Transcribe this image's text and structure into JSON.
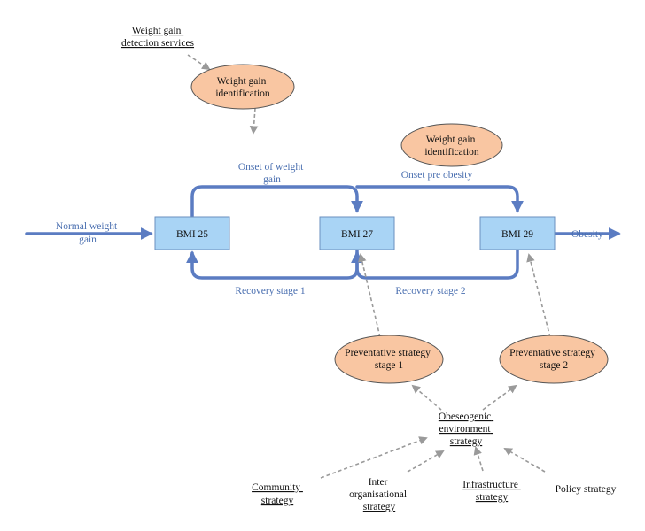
{
  "nodes": {
    "bmi25": "BMI 25",
    "bmi27": "BMI 27",
    "bmi29": "BMI 29",
    "wg_detection": [
      "Weight gain",
      "detection services"
    ],
    "wg_identification_1": [
      "Weight gain",
      "identification"
    ],
    "wg_identification_2": [
      "Weight gain",
      "identification"
    ],
    "prev_stage1": [
      "Preventative strategy",
      "stage 1"
    ],
    "prev_stage2": [
      "Preventative strategy",
      "stage 2"
    ],
    "obeseogenic": [
      "Obeseogenic",
      "environment",
      "strategy"
    ],
    "community": [
      "Community",
      "strategy"
    ],
    "inter_org": [
      "Inter",
      "organisational",
      "strategy"
    ],
    "infrastructure": [
      "Infrastructure",
      "strategy"
    ],
    "policy": "Policy strategy"
  },
  "labels": {
    "normal_weight_gain": [
      "Normal weight",
      "gain"
    ],
    "onset_weight_gain": [
      "Onset of weight",
      "gain"
    ],
    "onset_pre_obesity": "Onset pre obesity",
    "recovery_stage_1": "Recovery stage 1",
    "recovery_stage_2": "Recovery stage 2",
    "obesity": "Obesity"
  },
  "colors": {
    "box_fill": "#a9d4f5",
    "oval_fill": "#f9c6a2",
    "flow_blue": "#5b7cc2",
    "dashed_grey": "#9a9a9a"
  }
}
